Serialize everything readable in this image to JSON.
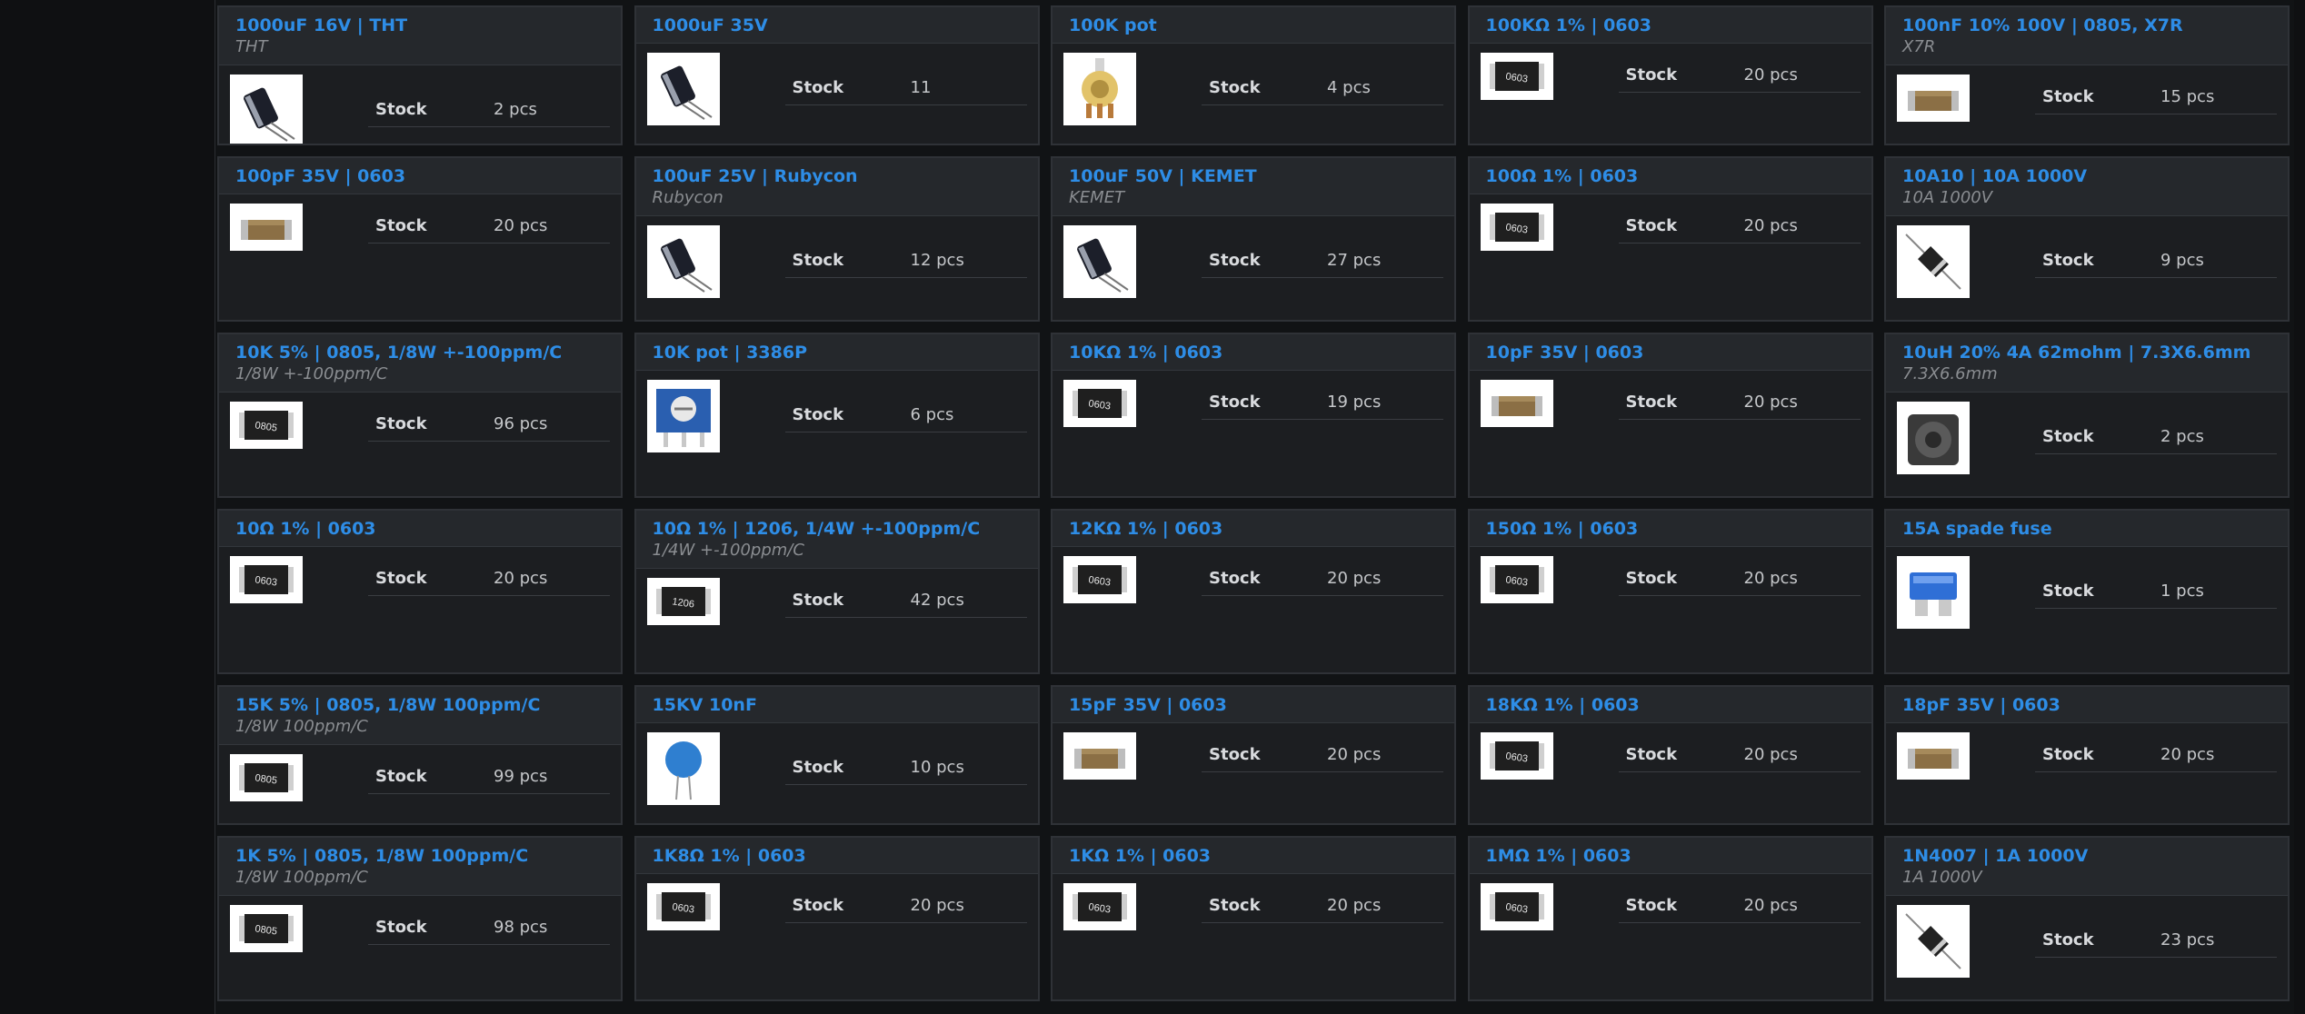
{
  "parts": [
    {
      "title": "1000uF 16V | THT",
      "subtitle": "THT",
      "stock_label": "Stock",
      "stock": "2 pcs",
      "icon": "electrolytic-capacitor-icon"
    },
    {
      "title": "1000uF 35V",
      "subtitle": "",
      "stock_label": "Stock",
      "stock": "11",
      "icon": "electrolytic-capacitor-icon"
    },
    {
      "title": "100K pot",
      "subtitle": "",
      "stock_label": "Stock",
      "stock": "4 pcs",
      "icon": "potentiometer-icon"
    },
    {
      "title": "100KΩ 1% | 0603",
      "subtitle": "",
      "stock_label": "Stock",
      "stock": "20 pcs",
      "icon": "smd-resistor-icon",
      "mark": "0603"
    },
    {
      "title": "100nF 10% 100V | 0805, X7R",
      "subtitle": "X7R",
      "stock_label": "Stock",
      "stock": "15 pcs",
      "icon": "smd-capacitor-icon"
    },
    {
      "title": "100pF 35V | 0603",
      "subtitle": "",
      "stock_label": "Stock",
      "stock": "20 pcs",
      "icon": "smd-capacitor-icon"
    },
    {
      "title": "100uF 25V | Rubycon",
      "subtitle": "Rubycon",
      "stock_label": "Stock",
      "stock": "12 pcs",
      "icon": "electrolytic-capacitor-icon"
    },
    {
      "title": "100uF 50V | KEMET",
      "subtitle": "KEMET",
      "stock_label": "Stock",
      "stock": "27 pcs",
      "icon": "electrolytic-capacitor-icon"
    },
    {
      "title": "100Ω 1% | 0603",
      "subtitle": "",
      "stock_label": "Stock",
      "stock": "20 pcs",
      "icon": "smd-resistor-icon",
      "mark": "0603"
    },
    {
      "title": "10A10 | 10A 1000V",
      "subtitle": "10A 1000V",
      "stock_label": "Stock",
      "stock": "9 pcs",
      "icon": "diode-icon"
    },
    {
      "title": "10K 5% | 0805, 1/8W +-100ppm/C",
      "subtitle": "1/8W +-100ppm/C",
      "stock_label": "Stock",
      "stock": "96 pcs",
      "icon": "smd-resistor-icon",
      "mark": "0805"
    },
    {
      "title": "10K pot | 3386P",
      "subtitle": "",
      "stock_label": "Stock",
      "stock": "6 pcs",
      "icon": "trimmer-icon"
    },
    {
      "title": "10KΩ 1% | 0603",
      "subtitle": "",
      "stock_label": "Stock",
      "stock": "19 pcs",
      "icon": "smd-resistor-icon",
      "mark": "0603"
    },
    {
      "title": "10pF 35V | 0603",
      "subtitle": "",
      "stock_label": "Stock",
      "stock": "20 pcs",
      "icon": "smd-capacitor-icon"
    },
    {
      "title": "10uH 20% 4A 62mohm | 7.3X6.6mm",
      "subtitle": "7.3X6.6mm",
      "stock_label": "Stock",
      "stock": "2 pcs",
      "icon": "inductor-icon"
    },
    {
      "title": "10Ω 1% | 0603",
      "subtitle": "",
      "stock_label": "Stock",
      "stock": "20 pcs",
      "icon": "smd-resistor-icon",
      "mark": "0603"
    },
    {
      "title": "10Ω 1% | 1206, 1/4W +-100ppm/C",
      "subtitle": "1/4W +-100ppm/C",
      "stock_label": "Stock",
      "stock": "42 pcs",
      "icon": "smd-resistor-icon",
      "mark": "1206"
    },
    {
      "title": "12KΩ 1% | 0603",
      "subtitle": "",
      "stock_label": "Stock",
      "stock": "20 pcs",
      "icon": "smd-resistor-icon",
      "mark": "0603"
    },
    {
      "title": "150Ω 1% | 0603",
      "subtitle": "",
      "stock_label": "Stock",
      "stock": "20 pcs",
      "icon": "smd-resistor-icon",
      "mark": "0603"
    },
    {
      "title": "15A spade fuse",
      "subtitle": "",
      "stock_label": "Stock",
      "stock": "1 pcs",
      "icon": "fuse-icon"
    },
    {
      "title": "15K 5% | 0805, 1/8W 100ppm/C",
      "subtitle": "1/8W 100ppm/C",
      "stock_label": "Stock",
      "stock": "99 pcs",
      "icon": "smd-resistor-icon",
      "mark": "0805"
    },
    {
      "title": "15KV 10nF",
      "subtitle": "",
      "stock_label": "Stock",
      "stock": "10 pcs",
      "icon": "ceramic-capacitor-icon"
    },
    {
      "title": "15pF 35V | 0603",
      "subtitle": "",
      "stock_label": "Stock",
      "stock": "20 pcs",
      "icon": "smd-capacitor-icon"
    },
    {
      "title": "18KΩ 1% | 0603",
      "subtitle": "",
      "stock_label": "Stock",
      "stock": "20 pcs",
      "icon": "smd-resistor-icon",
      "mark": "0603"
    },
    {
      "title": "18pF 35V | 0603",
      "subtitle": "",
      "stock_label": "Stock",
      "stock": "20 pcs",
      "icon": "smd-capacitor-icon"
    },
    {
      "title": "1K 5% | 0805, 1/8W 100ppm/C",
      "subtitle": "1/8W 100ppm/C",
      "stock_label": "Stock",
      "stock": "98 pcs",
      "icon": "smd-resistor-icon",
      "mark": "0805"
    },
    {
      "title": "1K8Ω 1% | 0603",
      "subtitle": "",
      "stock_label": "Stock",
      "stock": "20 pcs",
      "icon": "smd-resistor-icon",
      "mark": "0603"
    },
    {
      "title": "1KΩ 1% | 0603",
      "subtitle": "",
      "stock_label": "Stock",
      "stock": "20 pcs",
      "icon": "smd-resistor-icon",
      "mark": "0603"
    },
    {
      "title": "1MΩ 1% | 0603",
      "subtitle": "",
      "stock_label": "Stock",
      "stock": "20 pcs",
      "icon": "smd-resistor-icon",
      "mark": "0603"
    },
    {
      "title": "1N4007 | 1A 1000V",
      "subtitle": "1A 1000V",
      "stock_label": "Stock",
      "stock": "23 pcs",
      "icon": "diode-icon"
    }
  ]
}
